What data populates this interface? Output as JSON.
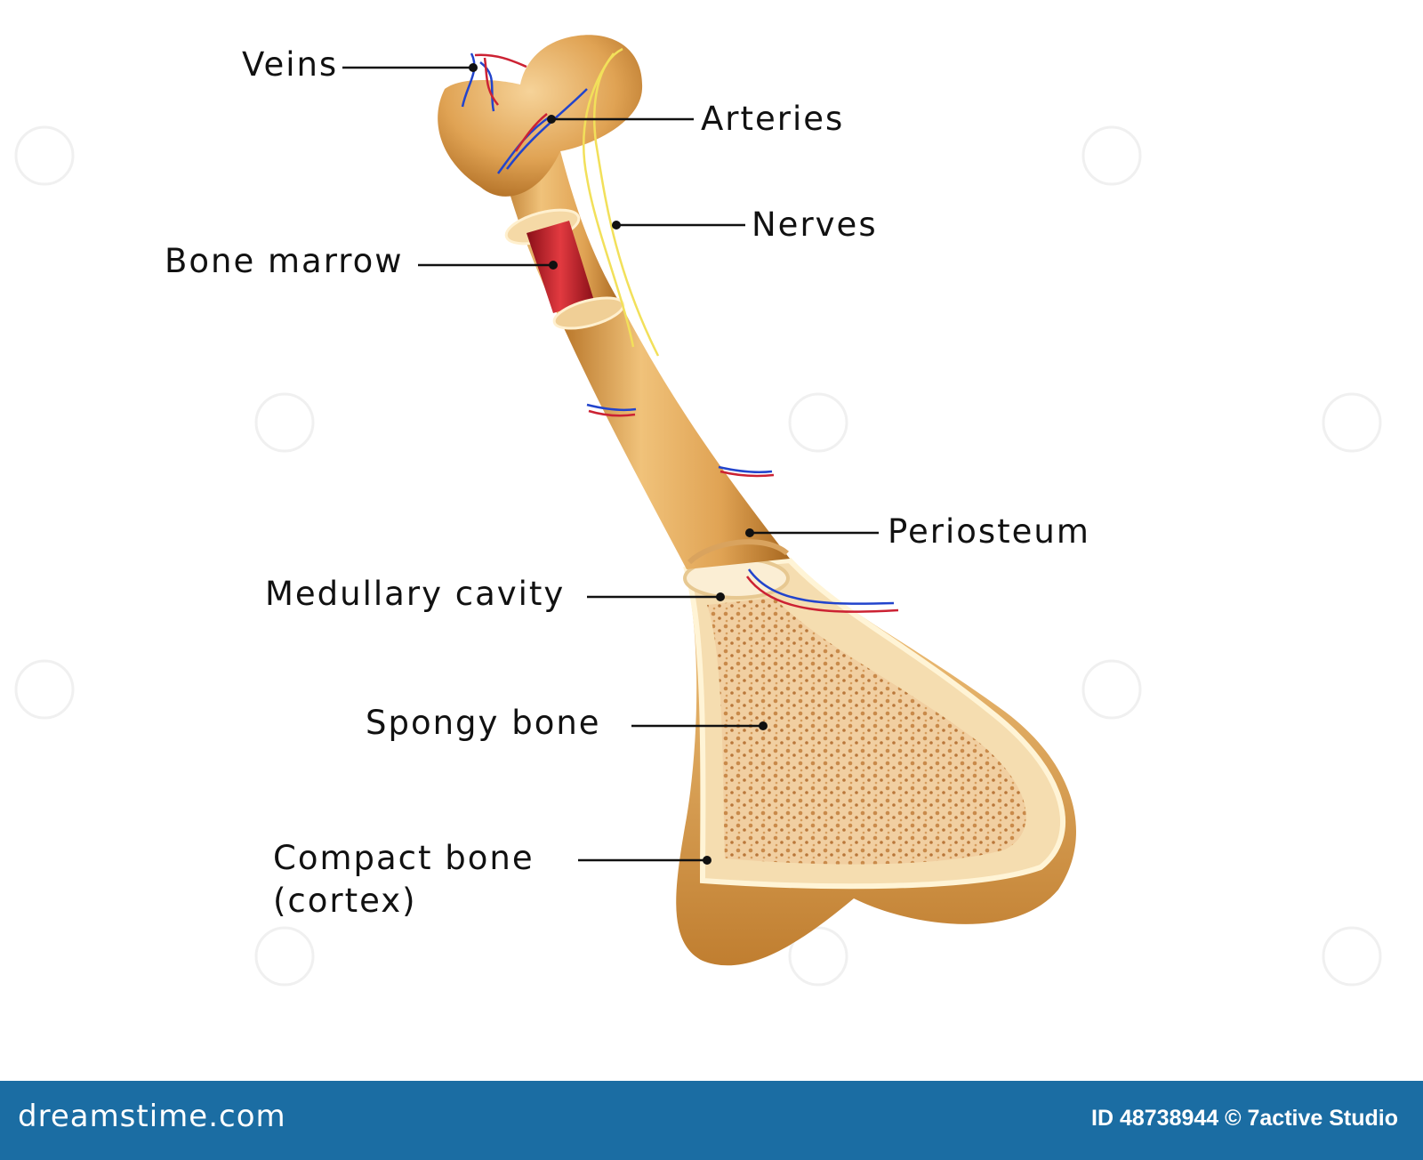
{
  "labels": {
    "veins": "Veins",
    "arteries": "Arteries",
    "nerves": "Nerves",
    "bone_marrow": "Bone marrow",
    "periosteum": "Periosteum",
    "medullary_cavity": "Medullary cavity",
    "spongy_bone": "Spongy bone",
    "compact_bone_line1": "Compact bone",
    "compact_bone_line2": "(cortex)"
  },
  "footer": {
    "brand": "dreamstime.com",
    "credit": "ID 48738944 © 7active Studio"
  },
  "colors": {
    "bone": "#e0a354",
    "bone_dark": "#b87528",
    "marrow": "#c8202c",
    "spongy": "#f1cfa1",
    "vein": "#2244cc",
    "artery": "#cc2233",
    "nerve": "#f2e05a",
    "footer": "#1b6da3"
  }
}
